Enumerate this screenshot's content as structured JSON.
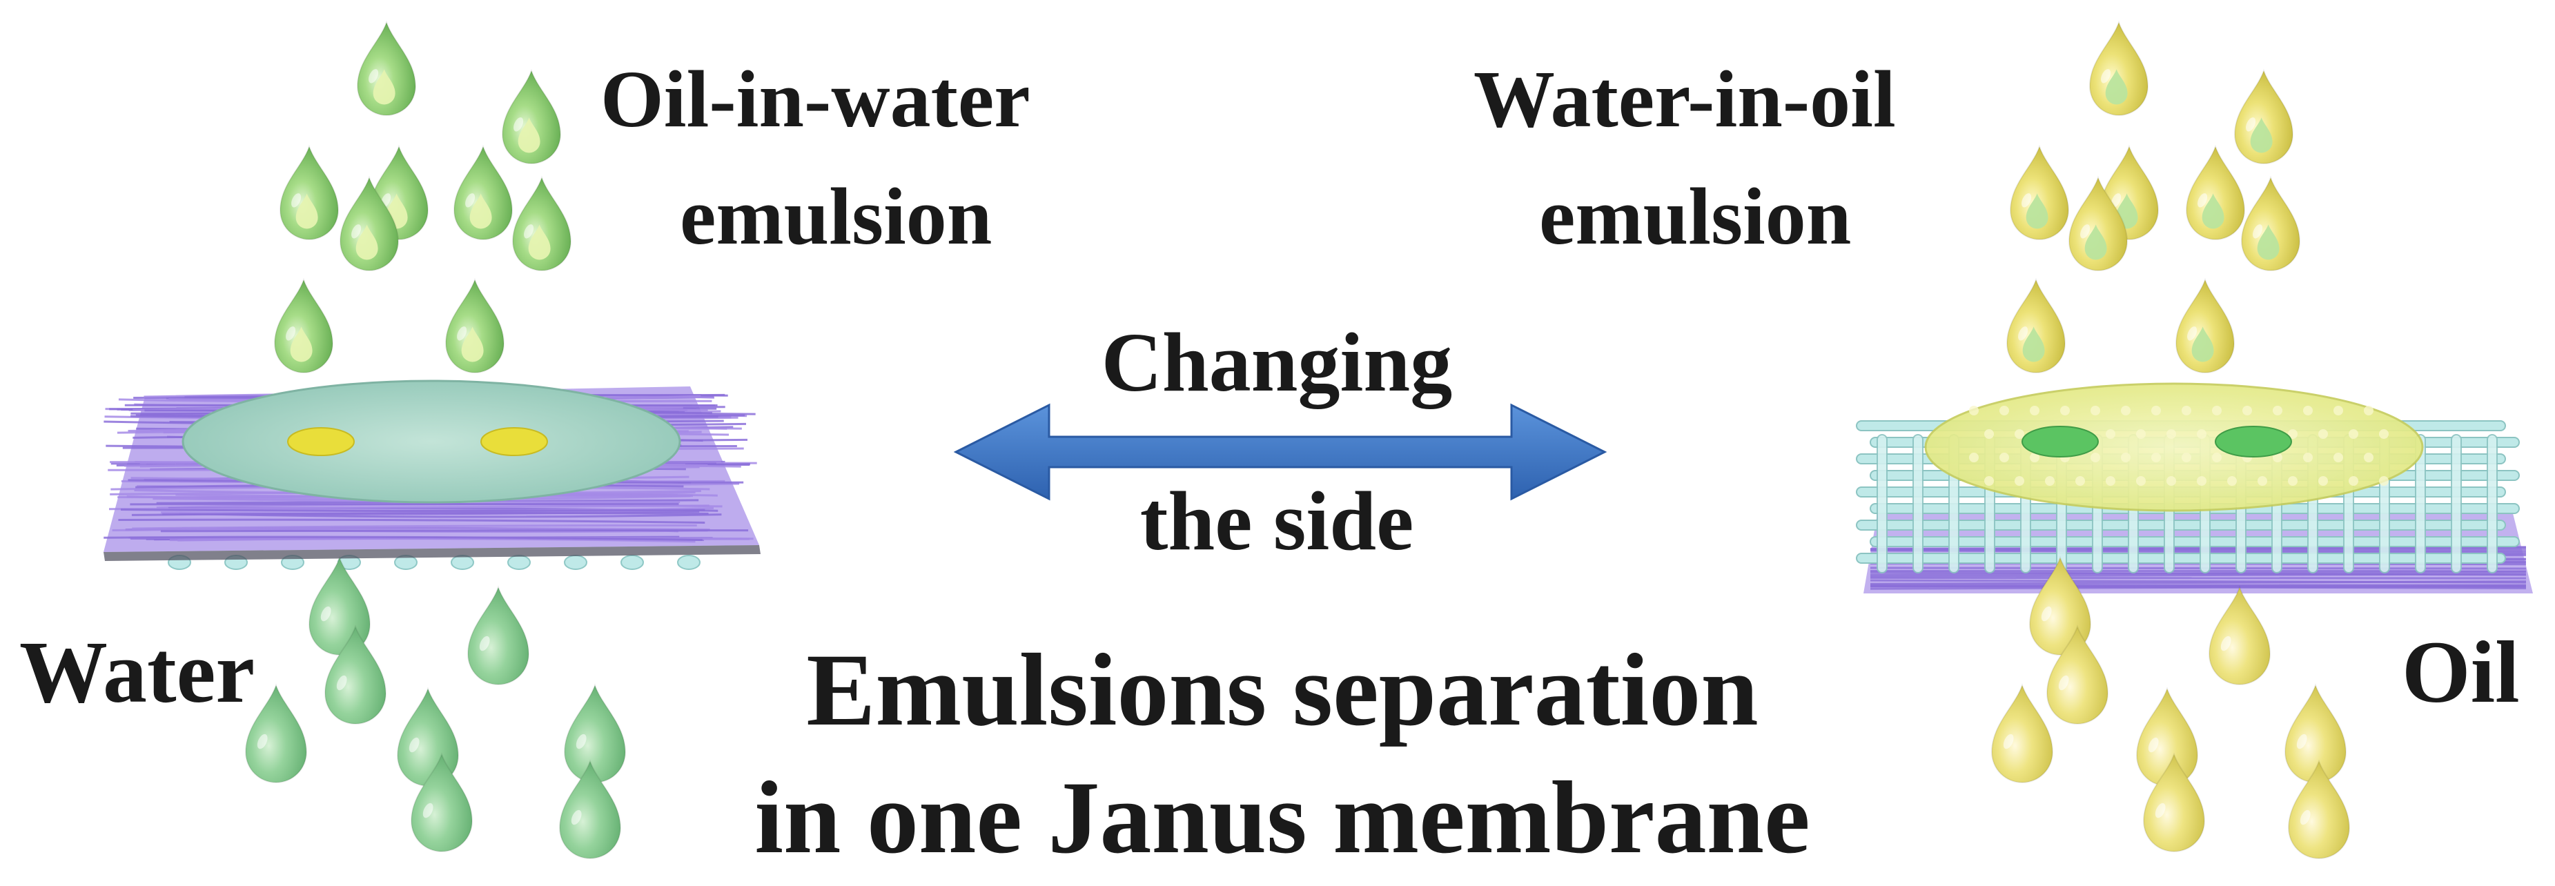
{
  "labels": {
    "oil_in_water_line1": "Oil-in-water",
    "oil_in_water_line2": "emulsion",
    "water_in_oil_line1": "Water-in-oil",
    "water_in_oil_line2": "emulsion",
    "changing_line1": "Changing",
    "changing_line2": "the side",
    "water": "Water",
    "oil": "Oil",
    "main_line1": "Emulsions separation",
    "main_line2": "in one Janus membrane"
  },
  "colors": {
    "green_drop": "#7fc66b",
    "green_drop_light": "#c9ebb5",
    "water_drop": "#7ec78a",
    "yellow_drop": "#e3d957",
    "yellow_drop_light": "#f7f2a8",
    "oil_drop": "#e3da63",
    "purple_fiber": "#9a7fe0",
    "cyan_fiber": "#bfe9e8",
    "coating_left": "#a9d6c9",
    "coating_right": "#eef29a",
    "arrow": "#3b73c2"
  },
  "icons": {
    "droplet": "droplet-icon",
    "double_arrow": "double-arrow-icon"
  }
}
